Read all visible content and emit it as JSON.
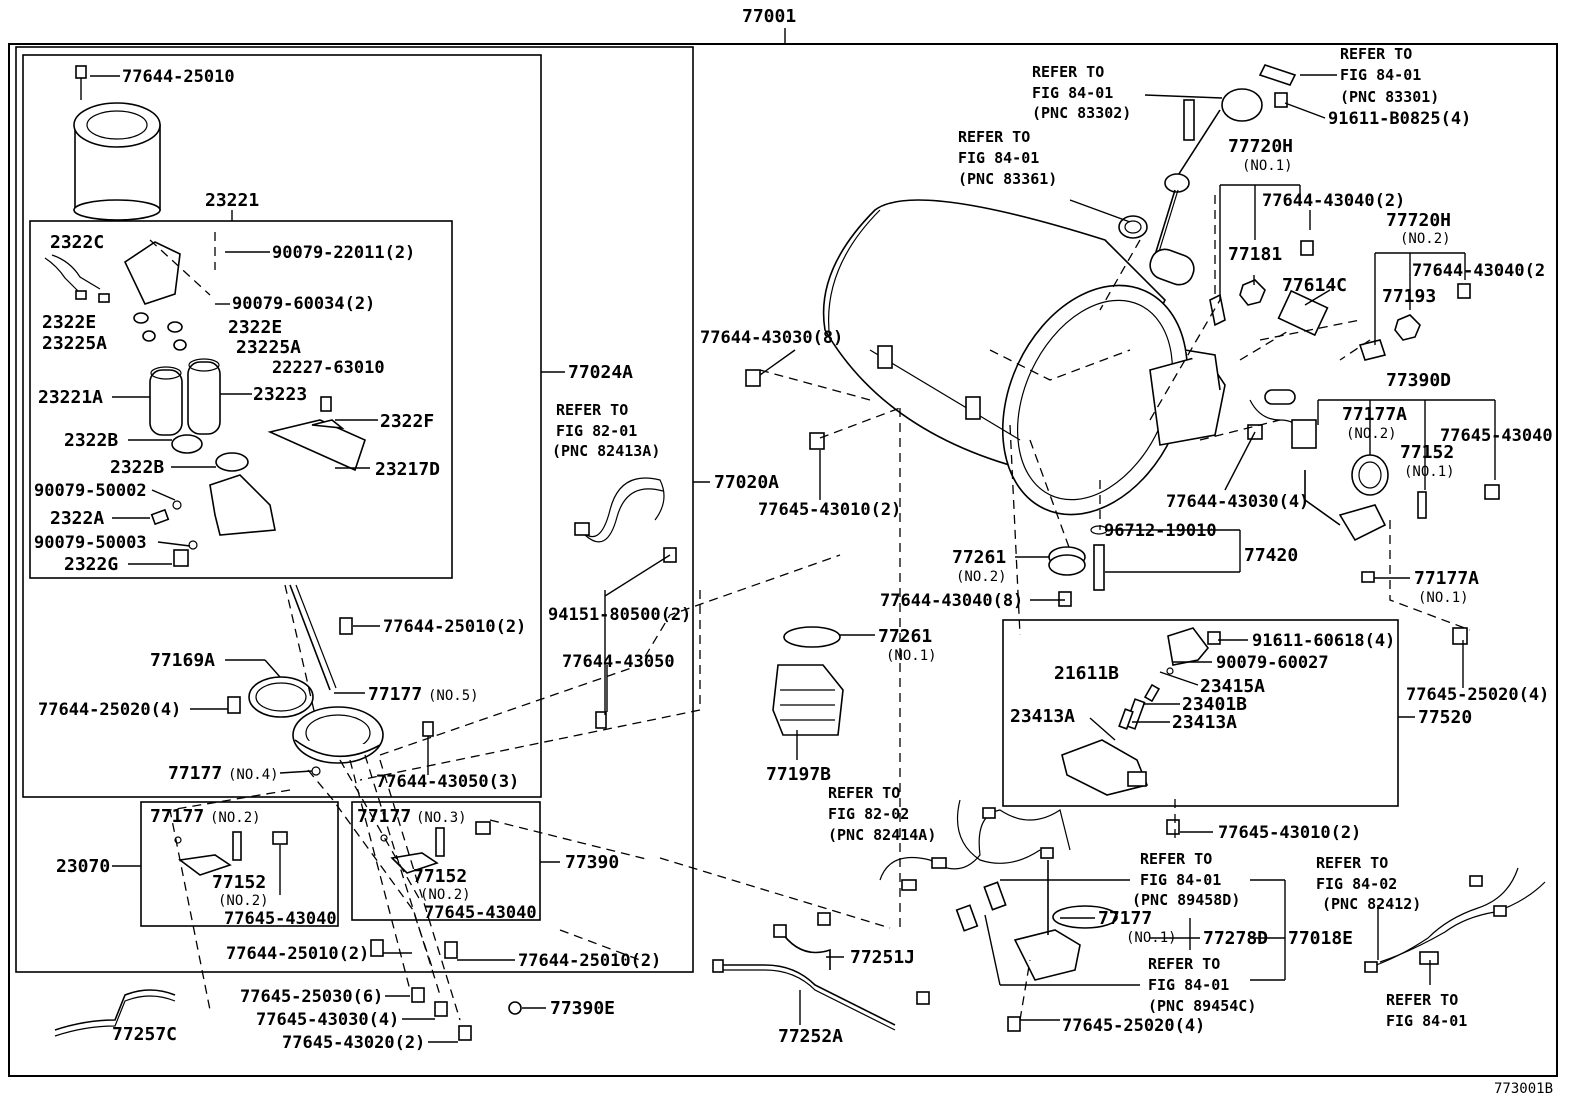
{
  "diagram_id": "773001B",
  "assembly_number": "77001",
  "labels": {
    "p77644_25010_a": "77644-25010",
    "p23221": "23221",
    "p2322C": "2322C",
    "p90079_22011": "90079-22011(2)",
    "p90079_60034": "90079-60034(2)",
    "p2322E_l": "2322E",
    "p23225A_l": "23225A",
    "p2322E_r": "2322E",
    "p23225A_r": "23225A",
    "p22227_63010": "22227-63010",
    "p23221A": "23221A",
    "p23223": "23223",
    "p2322F": "2322F",
    "p2322B_a": "2322B",
    "p2322B_b": "2322B",
    "p23217D": "23217D",
    "p90079_50002": "90079-50002",
    "p2322A": "2322A",
    "p90079_50003": "90079-50003",
    "p2322G": "2322G",
    "p77024A": "77024A",
    "p77644_25010_2a": "77644-25010(2)",
    "p77169A": "77169A",
    "p77177_no5": "77177",
    "p77177_no5_sub": "(NO.5)",
    "p77644_25020_4a": "77644-25020(4)",
    "p77644_43050_3": "77644-43050(3)",
    "p77177_no4": "77177",
    "p77177_no4_sub": "(NO.4)",
    "p77177_no2": "77177",
    "p77177_no2_sub": "(NO.2)",
    "p77177_no3": "77177",
    "p77177_no3_sub": "(NO.3)",
    "p23070": "23070",
    "p77152_l": "77152",
    "p77152_l_sub": "(NO.2)",
    "p77645_43040_l": "77645-43040",
    "p77152_m": "77152",
    "p77152_m_sub": "(NO.2)",
    "p77645_43040_m": "77645-43040",
    "p77390": "77390",
    "p77644_25010_2b": "77644-25010(2)",
    "p77644_25010_2c": "77644-25010(2)",
    "p77645_25030_6": "77645-25030(6)",
    "p77645_43030_4": "77645-43030(4)",
    "p77645_43020_2": "77645-43020(2)",
    "p77390E": "77390E",
    "p77257C": "77257C",
    "p77020A": "77020A",
    "p94151_80500": "94151-80500(2)",
    "p77644_43050": "77644-43050",
    "p77644_43030_8": "77644-43030(8)",
    "p77645_43010_2a": "77645-43010(2)",
    "p77261_no2": "77261",
    "p77261_no2_sub": "(NO.2)",
    "p77644_43040_8": "77644-43040(8)",
    "p96712_19010": "96712-19010",
    "p77420": "77420",
    "p77261_no1": "77261",
    "p77261_no1_sub": "(NO.1)",
    "p77197B": "77197B",
    "p91611_60618": "91611-60618(4)",
    "p90079_60027": "90079-60027",
    "p21611B": "21611B",
    "p23415A": "23415A",
    "p23401B": "23401B",
    "p23413A_l": "23413A",
    "p23413A_r": "23413A",
    "p77520": "77520",
    "p77645_43010_2b": "77645-43010(2)",
    "p77720H_1": "77720H",
    "p77720H_1_sub": "(NO.1)",
    "p77644_43040_2a": "77644-43040(2)",
    "p77181": "77181",
    "p77614C": "77614C",
    "p77720H_2": "77720H",
    "p77720H_2_sub": "(NO.2)",
    "p77644_43040_2b": "77644-43040(2",
    "p77193": "77193",
    "p77390D": "77390D",
    "p77177A_no2": "77177A",
    "p77177A_no2_sub": "(NO.2)",
    "p77152_no1": "77152",
    "p77152_no1_sub": "(NO.1)",
    "p77645_43040_r": "77645-43040",
    "p77644_43030_4": "77644-43030(4)",
    "p77177A_no1": "77177A",
    "p77177A_no1_sub": "(NO.1)",
    "p77645_25020_4a": "77645-25020(4)",
    "p91611_B0825": "91611-B0825(4)",
    "p77251J": "77251J",
    "p77252A": "77252A",
    "p77177_no1": "77177",
    "p77177_no1_sub": "(NO.1)",
    "p77278D": "77278D",
    "p77018E": "77018E",
    "p77645_25020_4b": "77645-25020(4)"
  },
  "references": {
    "fig8401_83302": [
      "REFER TO",
      "FIG 84-01",
      "(PNC 83302)"
    ],
    "fig8401_83301": [
      "REFER TO",
      "FIG 84-01",
      "(PNC 83301)"
    ],
    "fig8401_83361": [
      "REFER TO",
      "FIG 84-01",
      "(PNC 83361)"
    ],
    "fig8201_82413A": [
      "REFER TO",
      "FIG 82-01",
      "(PNC 82413A)"
    ],
    "fig8202_82414A": [
      "REFER TO",
      "FIG 82-02",
      "(PNC 82414A)"
    ],
    "fig8401_89458D": [
      "REFER TO",
      "FIG 84-01",
      "(PNC 89458D)"
    ],
    "fig8401_89454C": [
      "REFER TO",
      "FIG 84-01",
      "(PNC 89454C)"
    ],
    "fig8402_82412": [
      "REFER TO",
      "FIG 84-02",
      "(PNC 82412)"
    ],
    "fig8401_plain": [
      "REFER TO",
      "FIG 84-01"
    ]
  }
}
